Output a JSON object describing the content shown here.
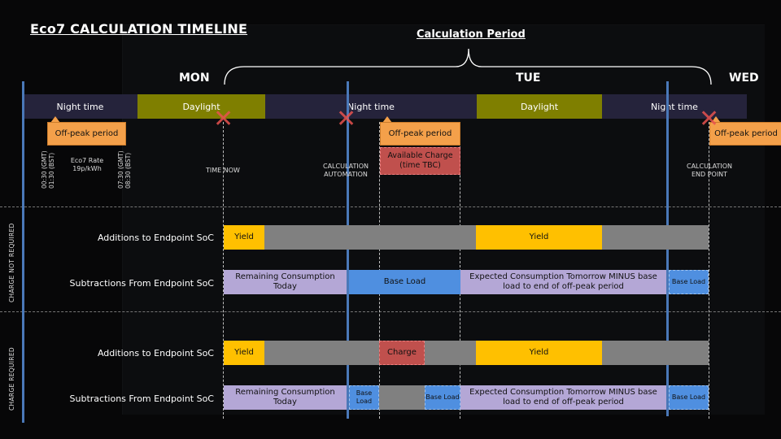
{
  "title": "Eco7 CALCULATION TIMELINE",
  "calc_period": "Calculation Period",
  "days": {
    "mon": "MON",
    "tue": "TUE",
    "wed": "WED"
  },
  "bands": {
    "night1": "Night time",
    "day1": "Daylight",
    "night2": "Night time",
    "day2": "Daylight",
    "night3": "Night time"
  },
  "offpeak": "Off-peak period",
  "available_charge": "Available Charge (time TBC)",
  "times": {
    "t1a": "00:30 (GMT)",
    "t1b": "01:30 (BST)",
    "t2a": "07:30 (GMT)",
    "t2b": "08:30 (BST)"
  },
  "eco7_rate_line1": "Eco7 Rate",
  "eco7_rate_line2": "19p/kWh",
  "markers": {
    "time_now": "TIME NOW",
    "calc_auto_1": "CALCULATION",
    "calc_auto_2": "AUTOMATION",
    "calc_end_1": "CALCULATION",
    "calc_end_2": "END POINT"
  },
  "sections": {
    "not_required": "CHARGE NOT REQUIRED",
    "required": "CHARGE REQUIRED"
  },
  "rows": {
    "additions": "Additions to Endpoint SoC",
    "subtractions": "Subtractions From Endpoint SoC"
  },
  "segments": {
    "yield": "Yield",
    "remaining": "Remaining Consumption Today",
    "base_load": "Base Load",
    "expected": "Expected Consumption Tomorrow MINUS base load to end of off-peak period",
    "charge": "Charge"
  },
  "colors": {
    "night": "#25233b",
    "daylight": "#7f7f00",
    "offpeak": "#f4a04a",
    "yield": "#ffc000",
    "grid": "#808080",
    "consumption": "#b4a7d6",
    "base_load": "#4f8fe0",
    "charge": "#c0504d",
    "marker": "#e8524f"
  }
}
